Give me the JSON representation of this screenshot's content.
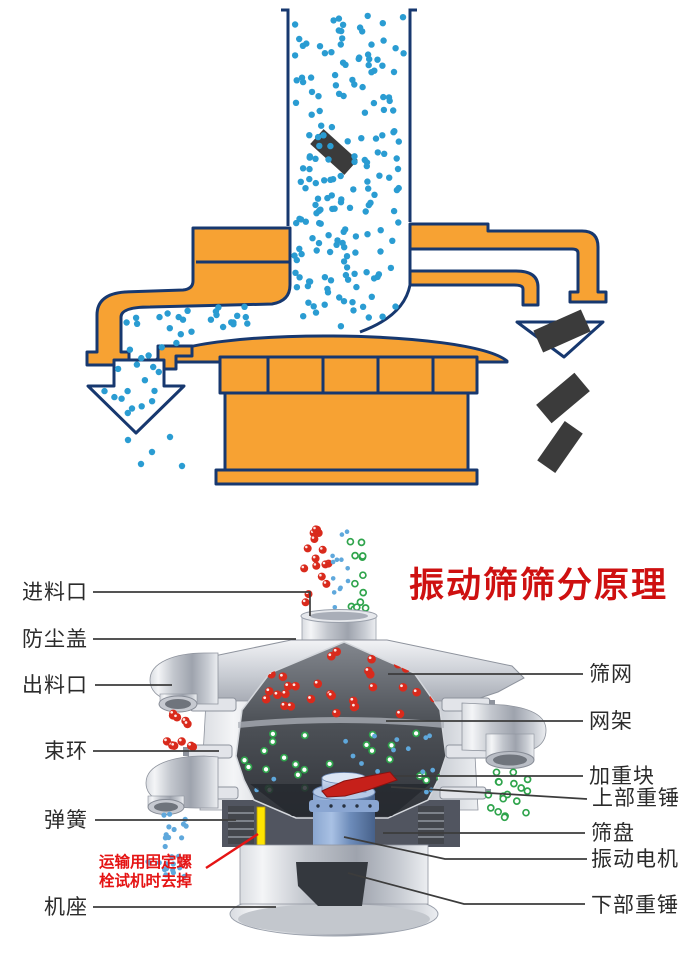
{
  "title": "振动筛筛分原理",
  "note": {
    "line1": "运输用固定螺",
    "line2": "栓试机时去掉"
  },
  "labels_left": [
    {
      "id": "feed-inlet",
      "label": "进料口"
    },
    {
      "id": "dust-cover",
      "label": "防尘盖"
    },
    {
      "id": "outlet",
      "label": "出料口"
    },
    {
      "id": "clamp-ring",
      "label": "束环"
    },
    {
      "id": "spring",
      "label": "弹簧"
    },
    {
      "id": "machine-base",
      "label": "机座"
    }
  ],
  "labels_right": [
    {
      "id": "sieve-mesh",
      "label": "筛网"
    },
    {
      "id": "mesh-frame",
      "label": "网架"
    },
    {
      "id": "weight-block",
      "label": "加重块"
    },
    {
      "id": "upper-hammer",
      "label": "上部重锤"
    },
    {
      "id": "sieve-pan",
      "label": "筛盘"
    },
    {
      "id": "vibration-motor",
      "label": "振动电机"
    },
    {
      "id": "lower-hammer",
      "label": "下部重锤"
    }
  ],
  "colors": {
    "orange": "#F7A233",
    "outline_navy": "#17386F",
    "dot_blue_top": "#2A9CD2",
    "dot_blue_small": "#5FA8DC",
    "dot_red": "#D92A1C",
    "dot_green": "#2FA44C",
    "particle_black": "#3B3B3B",
    "title_red": "#CE1010",
    "note_red": "#E51414",
    "label_dark": "#2B2B2B",
    "leader_line": "#3C3C3C",
    "machine_silver": "#C9CCD3",
    "motor_blue": "#7C9CC9",
    "bolt_yellow": "#FFE400",
    "red_parts": "#C6201A"
  }
}
